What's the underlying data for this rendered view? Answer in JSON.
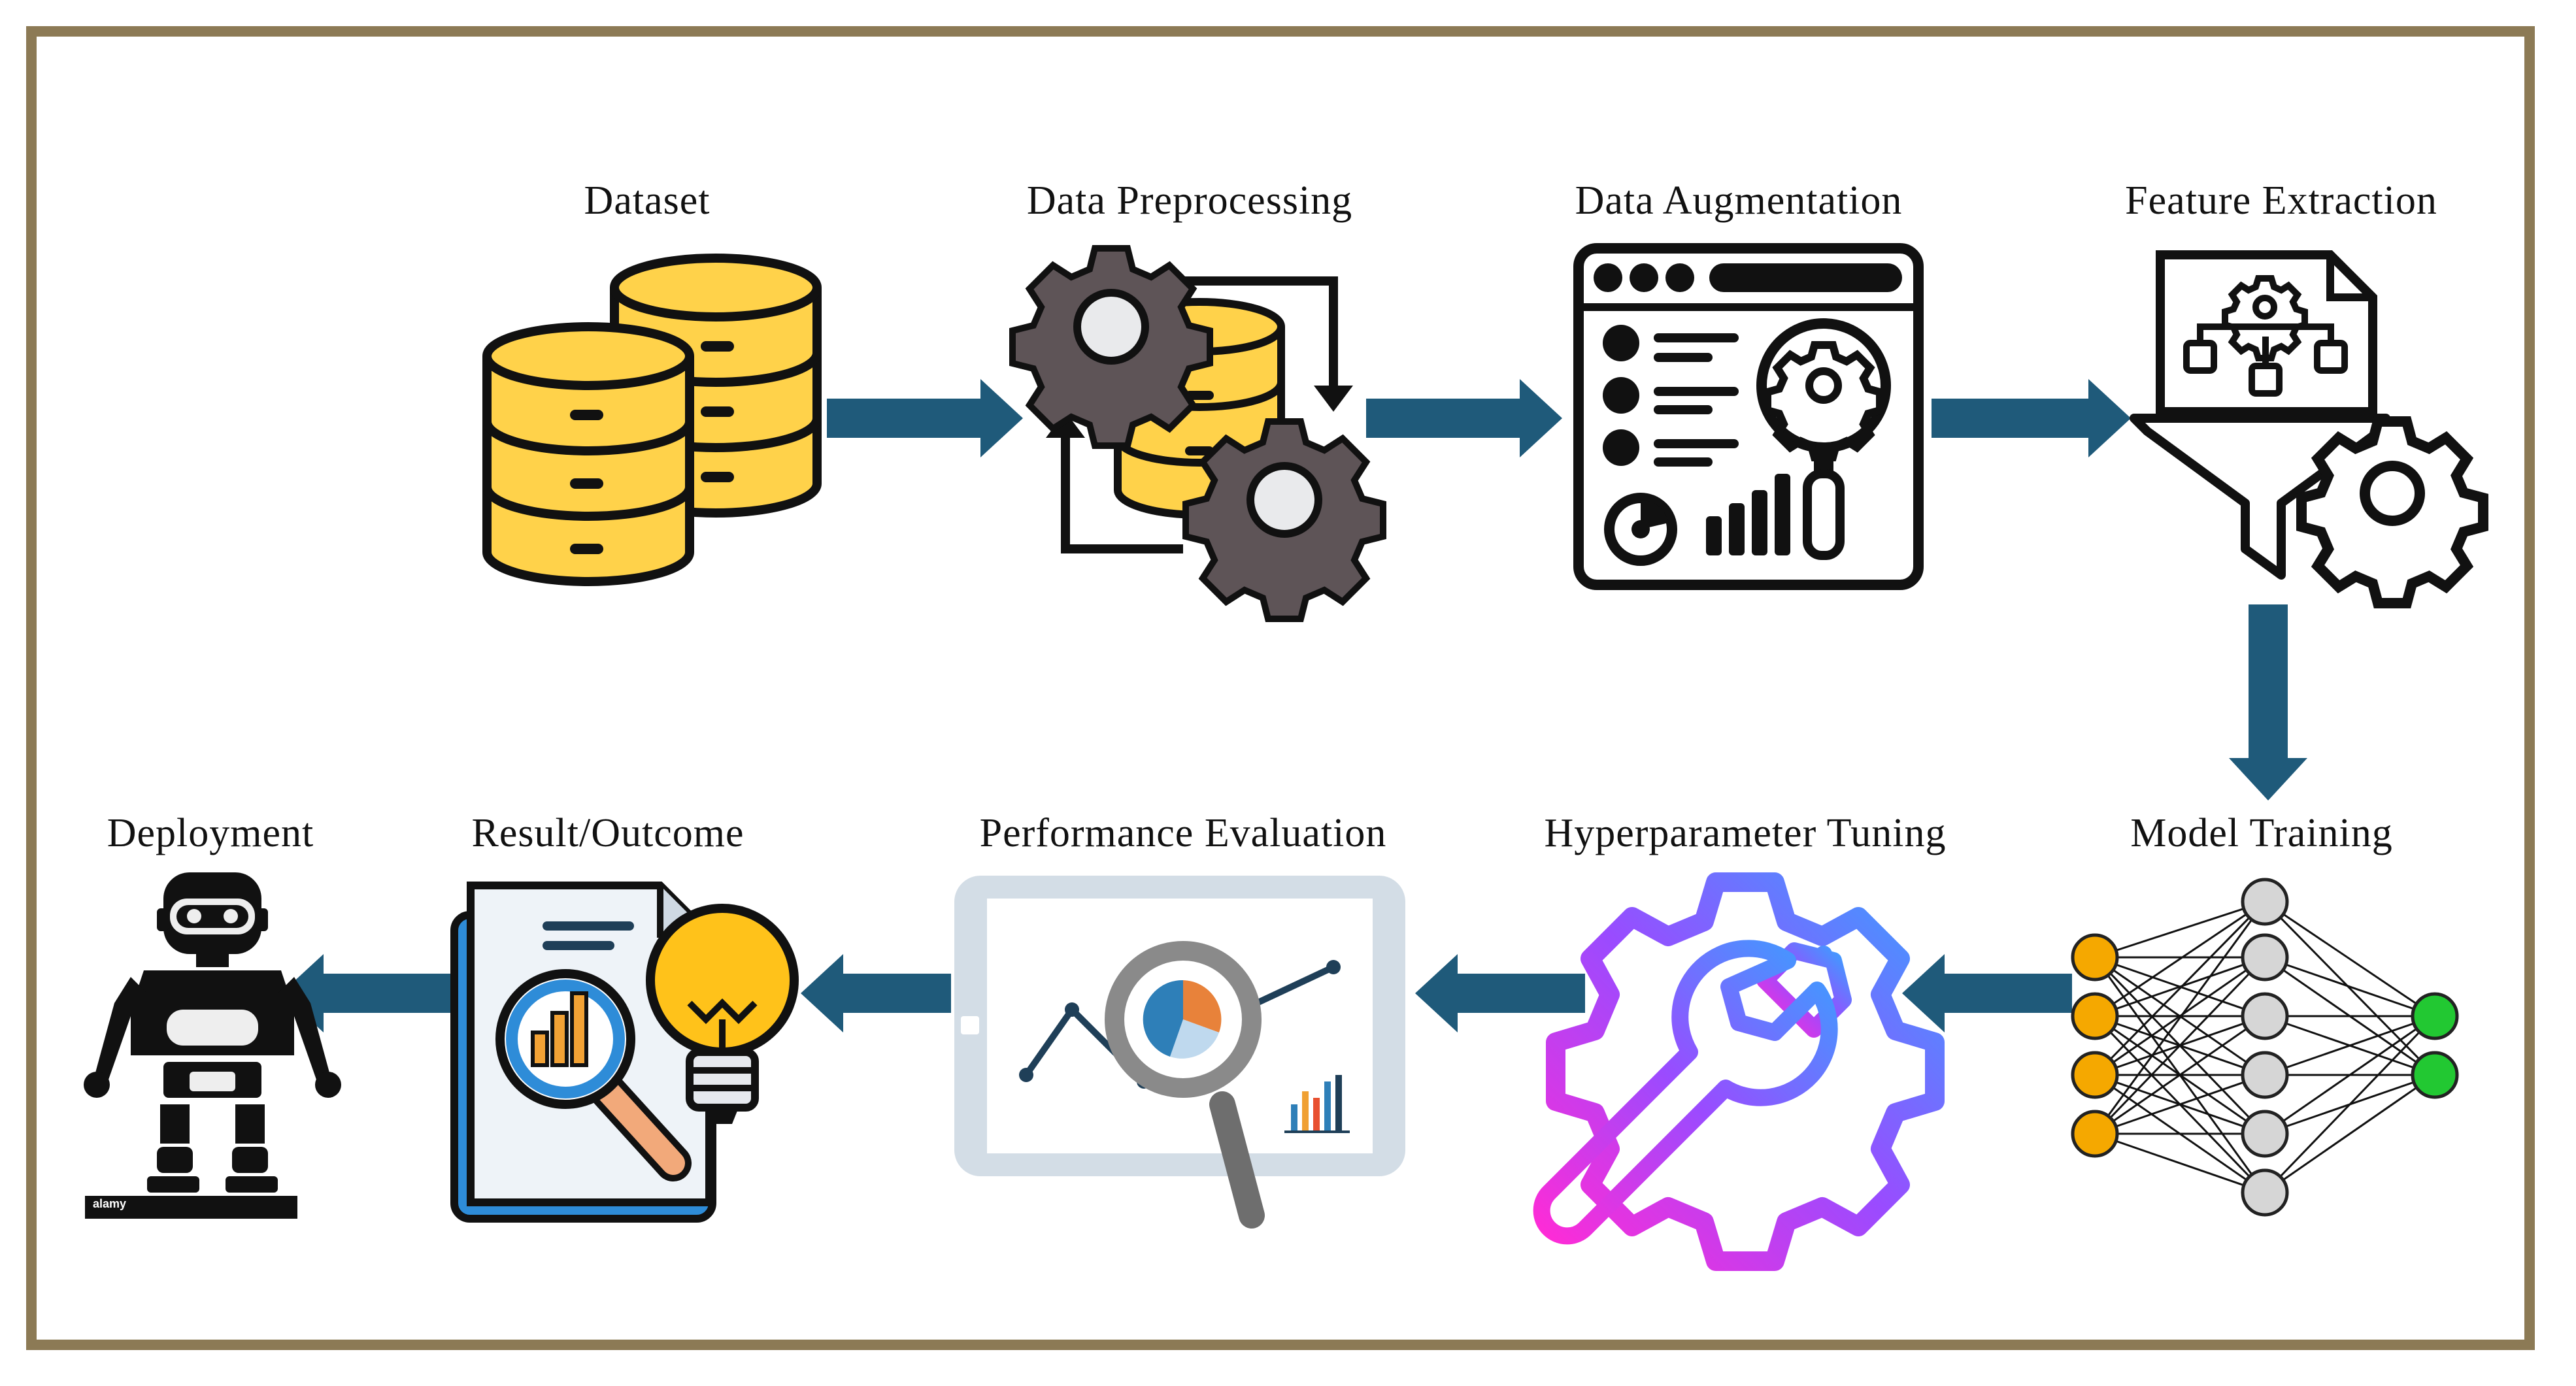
{
  "stages": {
    "dataset": "Dataset",
    "preprocessing": "Data Preprocessing",
    "augmentation": "Data Augmentation",
    "feature_extraction": "Feature Extraction",
    "model_training": "Model Training",
    "hyperparameter_tuning": "Hyperparameter  Tuning",
    "performance_evaluation": "Performance  Evaluation",
    "result": "Result/Outcome",
    "deployment": "Deployment"
  },
  "watermark": "alamy",
  "colors": {
    "arrow": "#1f5a7a",
    "frame": "#8c7a55",
    "database": "#ffd24a",
    "gear": "#5e5457",
    "node_input": "#f5a800",
    "node_hidden": "#d6d6d6",
    "node_output": "#22c832"
  }
}
